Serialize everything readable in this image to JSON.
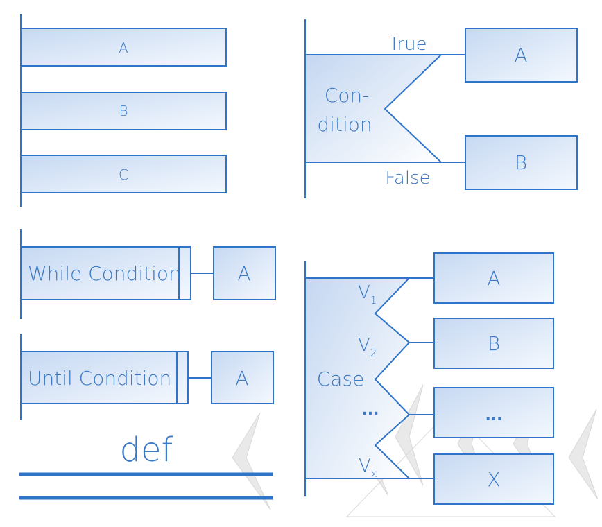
{
  "sequence": {
    "blocks": [
      "A",
      "B",
      "C"
    ]
  },
  "if_else": {
    "condition": "Con- dition",
    "condition_lines": [
      "Con-",
      "dition"
    ],
    "true_label": "True",
    "false_label": "False",
    "true_block": "A",
    "false_block": "B"
  },
  "while_loop": {
    "condition": "While Condition",
    "block": "A"
  },
  "until_loop": {
    "condition": "Until Condition",
    "block": "A"
  },
  "def": {
    "label": "def"
  },
  "case": {
    "label": "Case",
    "values": [
      {
        "v": "V",
        "sub": "1"
      },
      {
        "v": "V",
        "sub": "2"
      },
      {
        "v": "...",
        "sub": ""
      },
      {
        "v": "V",
        "sub": "x"
      }
    ],
    "blocks": [
      "A",
      "B",
      "...",
      "X"
    ]
  },
  "colors": {
    "line": "#2f74c8",
    "fill_dark": "#c9dbf3",
    "fill_light": "#ffffff",
    "text": "#3b79c4"
  }
}
